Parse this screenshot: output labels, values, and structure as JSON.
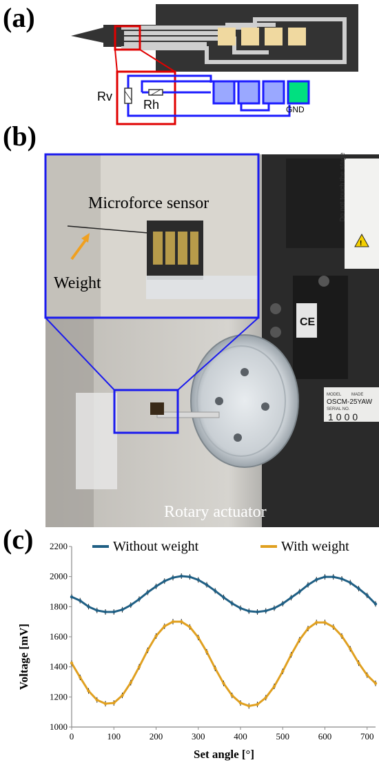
{
  "figure": {
    "panel_a": {
      "label": "(a)",
      "resistor_v_label": "Rv",
      "resistor_h_label": "Rh",
      "ground_label": "GND",
      "colors": {
        "blue": "#1a1aff",
        "red": "#e00000",
        "pad": "#f0d9a0",
        "ground_pad": "#00e080",
        "blue_pad": "#9aa8ff"
      }
    },
    "panel_b": {
      "label": "(b)",
      "inset_title": "Microforce sensor",
      "weight_label": "Weight",
      "actuator_label": "Rotary actuator",
      "stage_sign": "Do not touch the stage",
      "motor_model": "OSCM-25YAW",
      "motor_serial": "1000",
      "motor_model_label": "MODEL",
      "motor_serial_label": "SERIAL NO.",
      "motor_made_label": "MADE",
      "ce_mark": "CE"
    },
    "panel_c": {
      "label": "(c)"
    }
  },
  "chart_data": {
    "type": "line",
    "title": "",
    "xlabel": "Set angle [°]",
    "ylabel": "Voltage [mV]",
    "xlim": [
      0,
      720
    ],
    "ylim": [
      1000,
      2200
    ],
    "xticks": [
      0,
      100,
      200,
      300,
      400,
      500,
      600,
      700
    ],
    "yticks": [
      1000,
      1200,
      1400,
      1600,
      1800,
      2000,
      2200
    ],
    "grid": false,
    "legend": "top",
    "series": [
      {
        "name": "Without weight",
        "color": "#1f5f84",
        "x": [
          0,
          20,
          40,
          60,
          80,
          100,
          120,
          140,
          160,
          180,
          200,
          220,
          240,
          260,
          280,
          300,
          320,
          340,
          360,
          380,
          400,
          420,
          440,
          460,
          480,
          500,
          520,
          540,
          560,
          580,
          600,
          620,
          640,
          660,
          680,
          700,
          720
        ],
        "y": [
          1865,
          1840,
          1800,
          1775,
          1765,
          1765,
          1780,
          1810,
          1850,
          1895,
          1935,
          1970,
          1993,
          2003,
          1998,
          1978,
          1945,
          1905,
          1862,
          1822,
          1790,
          1770,
          1765,
          1772,
          1790,
          1820,
          1860,
          1900,
          1945,
          1980,
          1998,
          1998,
          1985,
          1960,
          1920,
          1875,
          1818
        ]
      },
      {
        "name": "With weight",
        "color": "#e0a020",
        "x": [
          0,
          20,
          40,
          60,
          80,
          100,
          120,
          140,
          160,
          180,
          200,
          220,
          240,
          260,
          280,
          300,
          320,
          340,
          360,
          380,
          400,
          420,
          440,
          460,
          480,
          500,
          520,
          540,
          560,
          580,
          600,
          620,
          640,
          660,
          680,
          700,
          720
        ],
        "y": [
          1425,
          1330,
          1240,
          1180,
          1155,
          1160,
          1210,
          1295,
          1400,
          1510,
          1605,
          1670,
          1700,
          1700,
          1665,
          1595,
          1500,
          1390,
          1290,
          1210,
          1160,
          1140,
          1150,
          1195,
          1270,
          1370,
          1480,
          1580,
          1655,
          1695,
          1695,
          1665,
          1605,
          1520,
          1425,
          1345,
          1290
        ]
      }
    ]
  }
}
